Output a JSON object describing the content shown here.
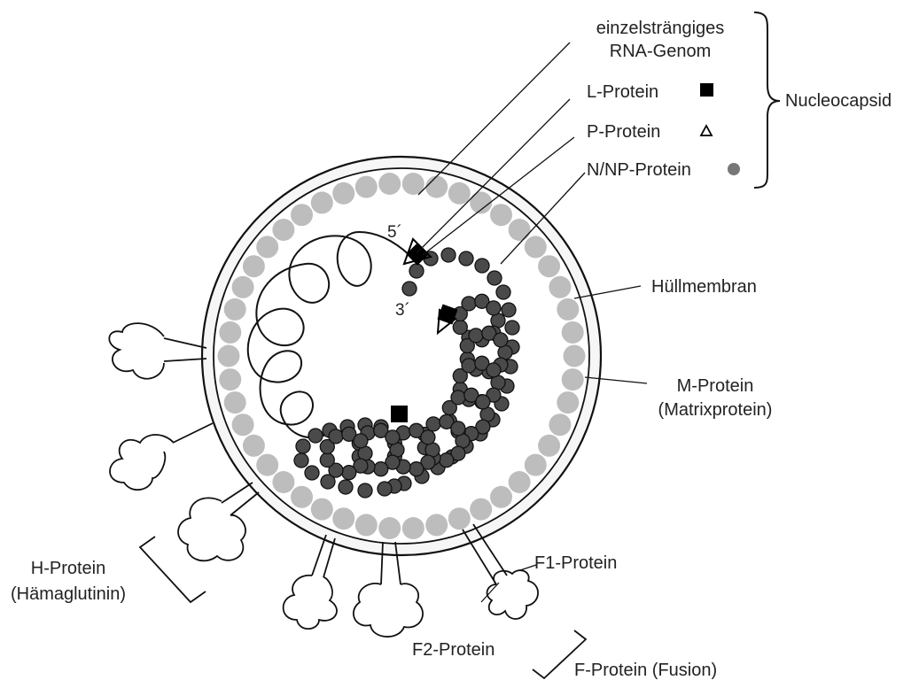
{
  "labels": {
    "rna_genome_line1": "einzelsträngiges",
    "rna_genome_line2": "RNA-Genom",
    "l_protein": "L-Protein",
    "p_protein": "P-Protein",
    "np_protein": "N/NP-Protein",
    "nucleocapsid": "Nucleocapsid",
    "huellmembran": "Hüllmembran",
    "m_protein_line1": "M-Protein",
    "m_protein_line2": "(Matrixprotein)",
    "h_protein_line1": "H-Protein",
    "h_protein_line2": "(Hämaglutinin)",
    "f1_protein": "F1-Protein",
    "f2_protein": "F2-Protein",
    "f_protein": "F-Protein (Fusion)",
    "end_5": "5´",
    "end_3": "3´"
  },
  "colors": {
    "ink": "#111111",
    "matrix_dot": "#bdbdbd",
    "np_bead": "#4a4a4a",
    "membrane_fill": "#f4f4f4"
  }
}
